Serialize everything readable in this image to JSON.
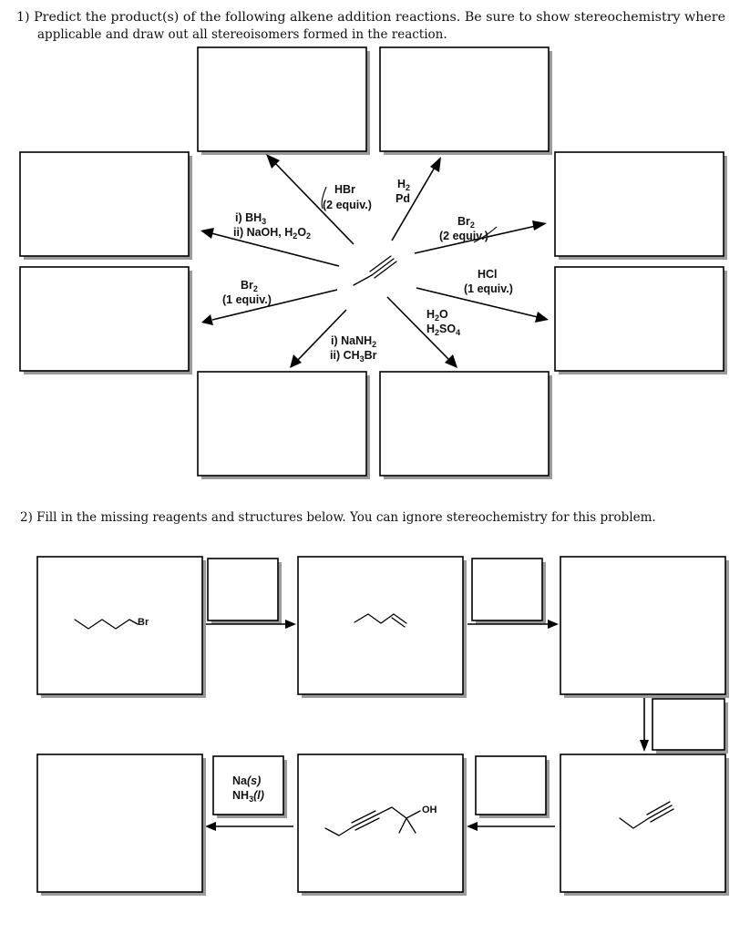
{
  "q1": {
    "line1": "1) Predict the product(s) of the following alkene addition reactions. Be sure to show stereochemistry where",
    "line2": "applicable and draw out all stereoisomers formed in the reaction.",
    "hbr": {
      "reagent": "HBr",
      "equiv": "(2 equiv.)"
    },
    "h2pd": {
      "h": "H",
      "two": "2",
      "pd": "Pd"
    },
    "br2_2": {
      "br": "Br",
      "two": "2",
      "equiv": "(2 equiv.)"
    },
    "hydroboration": {
      "step1": "i) BH",
      "step1_sub": "3",
      "step2_a": "ii) NaOH, H",
      "step2_sub1": "2",
      "step2_b": "O",
      "step2_sub2": "2"
    },
    "br2_1": {
      "br": "Br",
      "two": "2",
      "equiv": "(1 equiv.)"
    },
    "hcl": {
      "reagent": "HCl",
      "equiv": "(1 equiv.)"
    },
    "hydration": {
      "h": "H",
      "h_sub": "2",
      "o": "O",
      "h2": "H",
      "h2_sub": "2",
      "so": "SO",
      "so_sub": "4"
    },
    "alkylation": {
      "step1": "i) NaNH",
      "step1_sub": "2",
      "step2": "ii) CH",
      "step2_sub": "3",
      "step2_end": "Br"
    }
  },
  "q2": {
    "line": "2) Fill in the missing reagents and structures below. You can ignore stereochemistry for this problem.",
    "bromide_label": "Br",
    "hydroxyl_label": "OH",
    "reduction": {
      "na": "Na",
      "na_state": "(s)",
      "nh": "NH",
      "nh_sub": "3",
      "nh_state": "(l)"
    }
  }
}
